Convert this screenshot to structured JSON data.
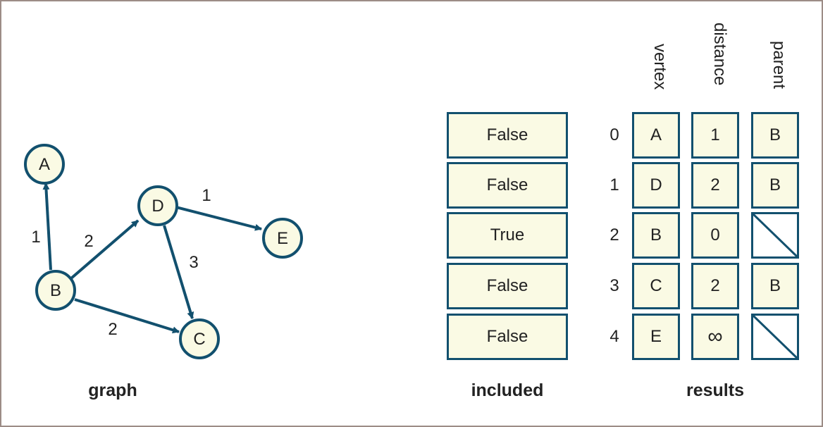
{
  "graph": {
    "nodes": [
      {
        "id": "A",
        "label": "A"
      },
      {
        "id": "B",
        "label": "B"
      },
      {
        "id": "C",
        "label": "C"
      },
      {
        "id": "D",
        "label": "D"
      },
      {
        "id": "E",
        "label": "E"
      }
    ],
    "edges": [
      {
        "from": "B",
        "to": "A",
        "weight": "1"
      },
      {
        "from": "B",
        "to": "D",
        "weight": "2"
      },
      {
        "from": "B",
        "to": "C",
        "weight": "2"
      },
      {
        "from": "D",
        "to": "C",
        "weight": "3"
      },
      {
        "from": "D",
        "to": "E",
        "weight": "1"
      }
    ],
    "caption": "graph"
  },
  "included": {
    "caption": "included",
    "values": [
      "False",
      "False",
      "True",
      "False",
      "False"
    ]
  },
  "results": {
    "caption": "results",
    "headers": {
      "vertex": "vertex",
      "distance": "distance",
      "parent": "parent"
    },
    "indices": [
      "0",
      "1",
      "2",
      "3",
      "4"
    ],
    "rows": [
      {
        "vertex": "A",
        "distance": "1",
        "parent": "B"
      },
      {
        "vertex": "D",
        "distance": "2",
        "parent": "B"
      },
      {
        "vertex": "B",
        "distance": "0",
        "parent": null
      },
      {
        "vertex": "C",
        "distance": "2",
        "parent": "B"
      },
      {
        "vertex": "E",
        "distance": "∞",
        "parent": null
      }
    ]
  },
  "colors": {
    "edge": "#12506e",
    "node_fill": "#fafae4",
    "cell_fill": "#fafae4",
    "frame": "#9c8c86"
  }
}
